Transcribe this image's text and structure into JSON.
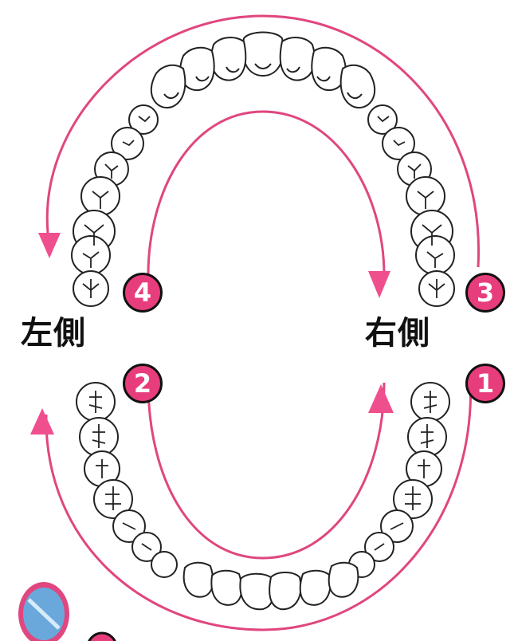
{
  "labels": {
    "left_side": "左側",
    "right_side": "右側"
  },
  "steps": [
    "1",
    "2",
    "3",
    "4"
  ],
  "colors": {
    "route": "#e0467f",
    "badge_fill": "#e83d7c",
    "tooth_outline": "#222222",
    "mirror_frame": "#e0467f",
    "mirror_glass": "#6aa8dc"
  },
  "icons": {
    "mirror": "hand-mirror-icon",
    "arrow": "triangle-arrow-icon"
  }
}
